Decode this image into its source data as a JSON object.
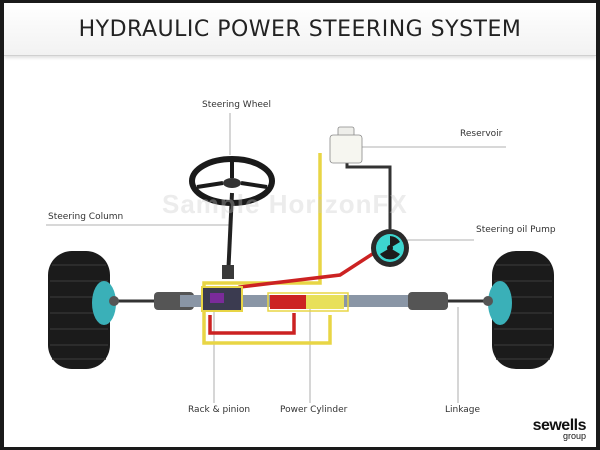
{
  "title": "HYDRAULIC POWER STEERING SYSTEM",
  "labels": {
    "steering_wheel": "Steering Wheel",
    "reservoir": "Reservoir",
    "steering_column": "Steering Column",
    "steering_oil_pump": "Steering oil Pump",
    "rack_pinion": "Rack & pinion",
    "power_cylinder": "Power Cylinder",
    "linkage": "Linkage"
  },
  "watermark": "Sample HorizonFX",
  "logo": {
    "name": "sewells",
    "sub": "group"
  },
  "colors": {
    "hydraulic_yellow": "#e8d545",
    "hydraulic_red": "#cc2222",
    "pump_cyan": "#3dd6d0",
    "tire": "#1b1b1b",
    "hub": "#3ab0b8"
  }
}
